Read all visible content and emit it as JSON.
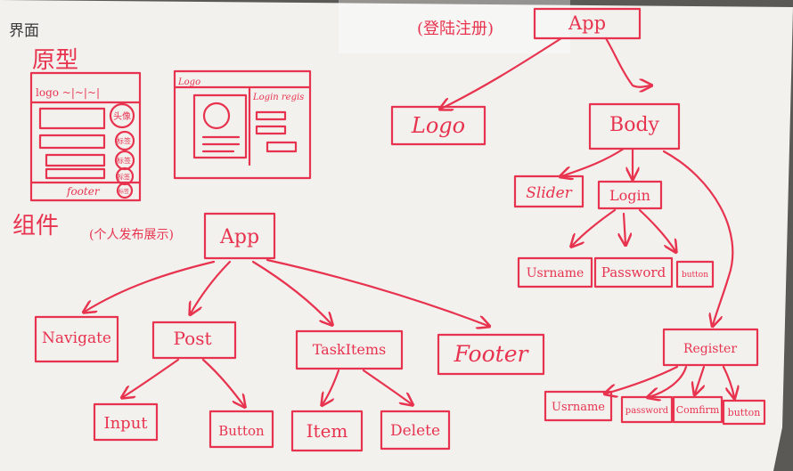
{
  "colors": {
    "marker": "#e8334f",
    "board": "#f2f1ee",
    "frame": "#5b5955",
    "ink_dark": "#3a3a3a"
  },
  "notes": {
    "section_prototype_1": "界面",
    "section_prototype_2": "原型",
    "section_components": "组件",
    "page_login_register": "(登陆注册)",
    "page_personal_blog": "(个人发布展示)"
  },
  "sketches": {
    "blog_header": "logo ~|~|~|",
    "blog_side_1": "头像",
    "blog_side_2": "标签",
    "blog_side_3": "标签",
    "blog_side_4": "标签",
    "blog_side_5": "标签",
    "blog_footer": "footer",
    "login_logo": "Logo",
    "login_tabs": "Login regis"
  },
  "tree_login": {
    "app": "App",
    "logo": "Logo",
    "body": "Body",
    "slider": "Slider",
    "login": "Login",
    "login_username": "Usrname",
    "login_password": "Password",
    "login_button": "button",
    "register": "Register",
    "reg_username": "Usrname",
    "reg_password": "password",
    "reg_confirm": "Comfirm",
    "reg_button": "button"
  },
  "tree_blog": {
    "app": "App",
    "navigate": "Navigate",
    "post": "Post",
    "taskitems": "TaskItems",
    "footer": "Footer",
    "input": "Input",
    "button": "Button",
    "item": "Item",
    "delete": "Delete"
  }
}
